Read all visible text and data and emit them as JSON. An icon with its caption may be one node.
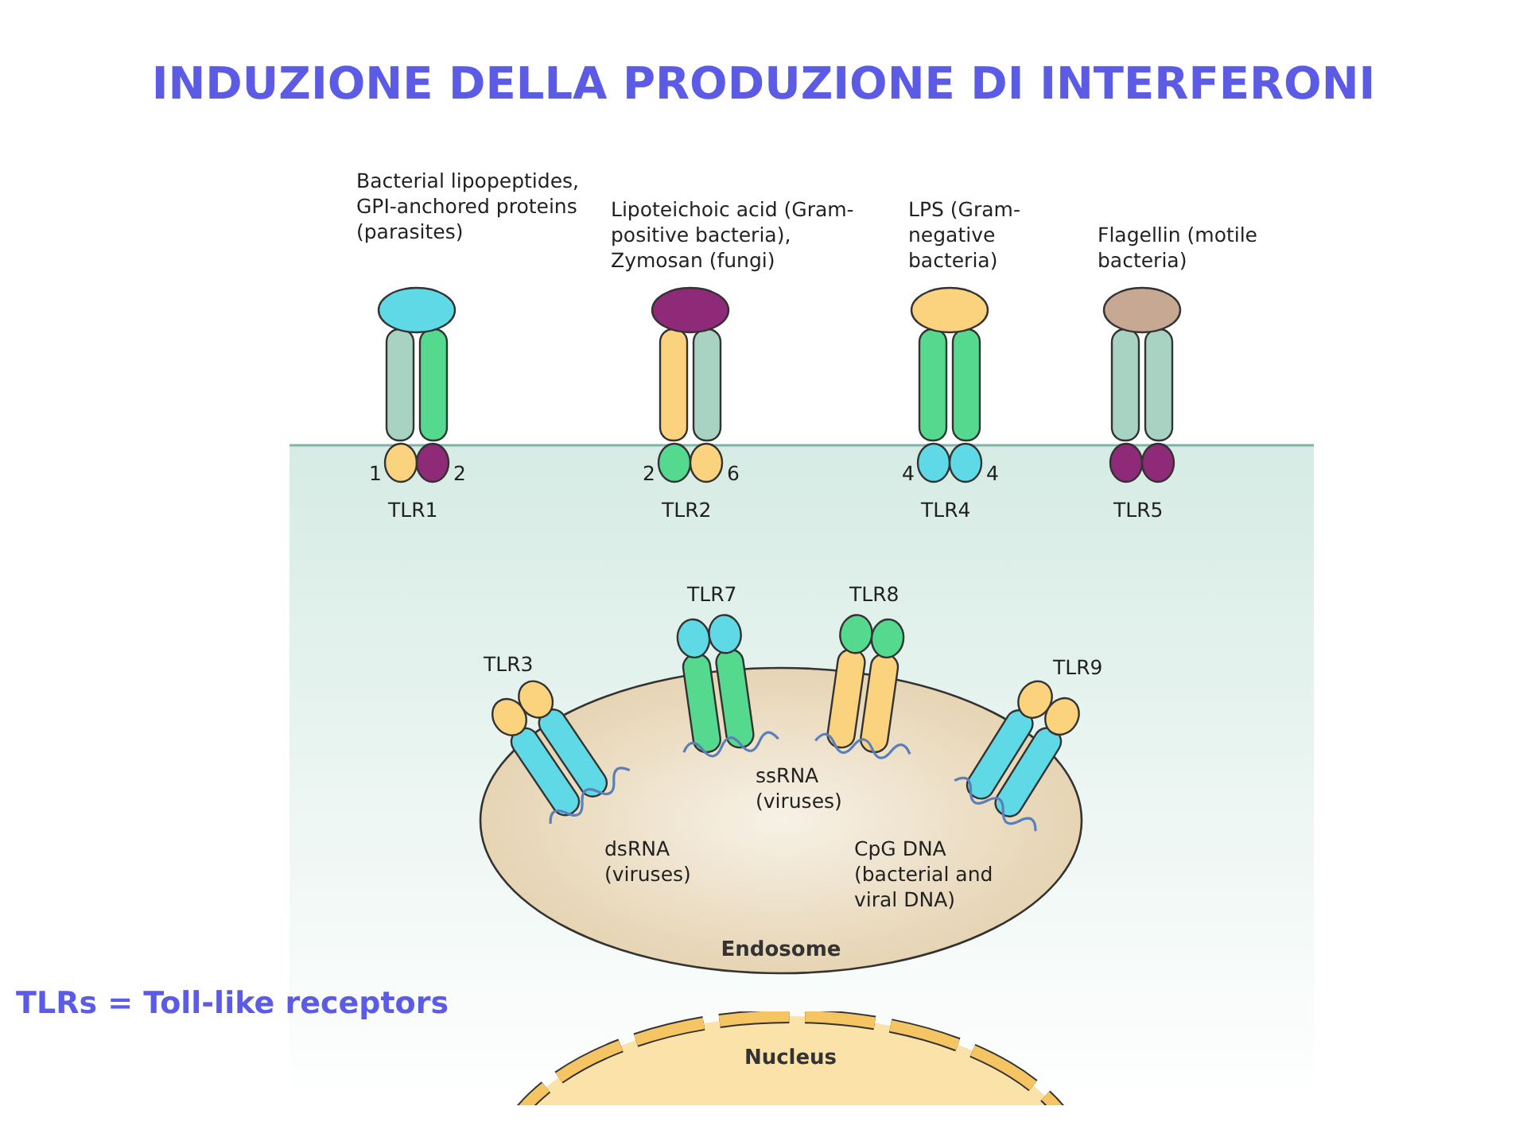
{
  "diagram": {
    "title": "INDUZIONE DELLA PRODUZIONE DI INTERFERONI",
    "nodes": [
      {
        "text": [
          "Endosome"
        ]
      },
      {
        "text": [
          "Nucleus"
        ]
      }
    ],
    "labels": [
      "Bacterial lipopeptides, GPI-anchored proteins (parasites)",
      "Lipoteichoic acid (Gram-positive bacteria), Zymosan (fungi)",
      "LPS (Gram-negative bacteria)",
      "Flagellin (motile bacteria)",
      "1",
      "2",
      "2",
      "6",
      "4",
      "4",
      "TLR1",
      "TLR2",
      "TLR4",
      "TLR5",
      "TLR7",
      "TLR8",
      "TLR3",
      "TLR9",
      "ssRNA (viruses)",
      "dsRNA (viruses)",
      "CpG DNA (bacterial and viral DNA)",
      "TLRs = Toll-like receptors"
    ]
  }
}
